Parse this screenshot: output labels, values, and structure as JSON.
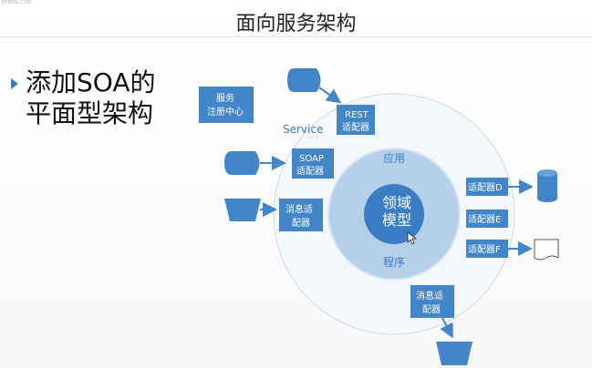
{
  "header": {
    "watermark": "BPIENG.COM",
    "title": "面向服务架构"
  },
  "bullet": {
    "line1": "添加SOA的",
    "line2": "平面型架构"
  },
  "diagram": {
    "registry": {
      "line1": "服务",
      "line2": "注册中心"
    },
    "service_label": "Service",
    "app_label": "应用",
    "program_label": "程序",
    "core": {
      "line1": "领域",
      "line2": "模型"
    },
    "rest_adapter": {
      "line1": "REST",
      "line2": "适配器"
    },
    "soap_adapter": {
      "line1": "SOAP",
      "line2": "适配器"
    },
    "msg_adapter_left": {
      "line1": "消息适",
      "line2": "配器"
    },
    "msg_adapter_bottom": {
      "line1": "消息适",
      "line2": "配器"
    },
    "adapter_d": "适配器D",
    "adapter_e": "适配器E",
    "adapter_f": "适配器F"
  },
  "colors": {
    "accent": "#4285c9",
    "outer_ring": "#f2f6fa",
    "middle_ring": "#b7d0ea",
    "inner_core": "#3a7dc4"
  }
}
